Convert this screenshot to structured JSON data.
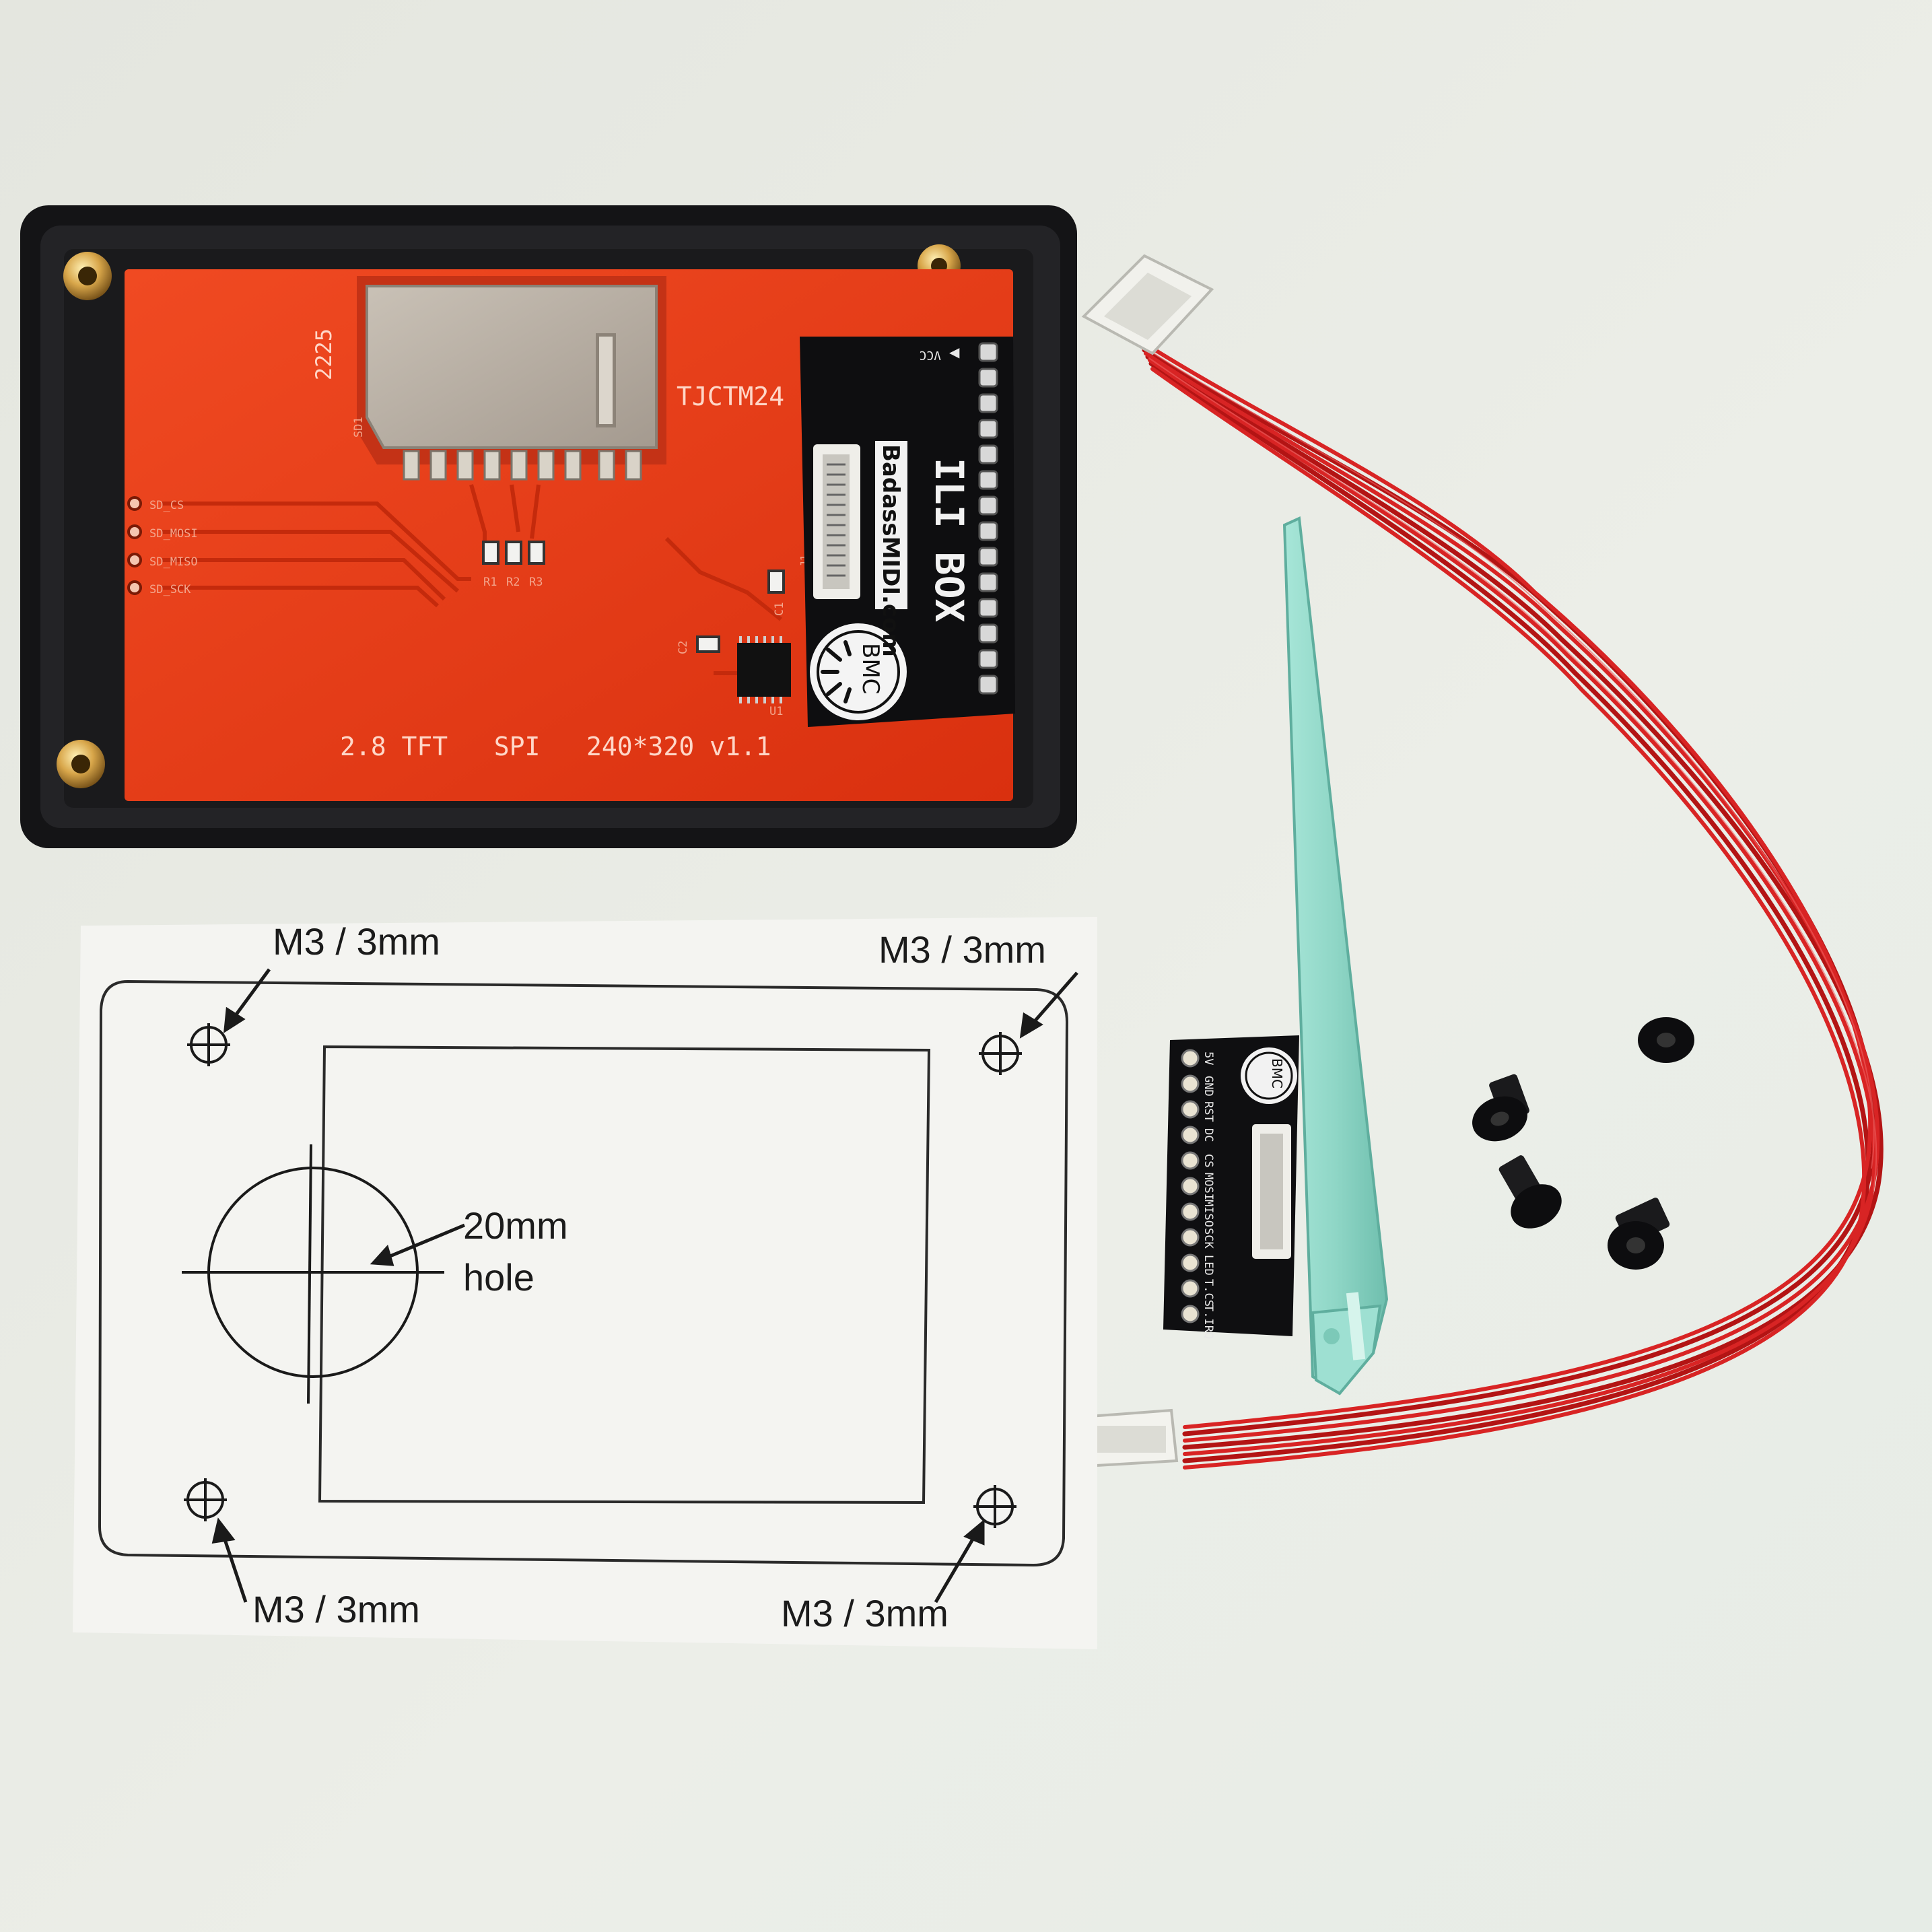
{
  "pcb": {
    "model": "TJCTM24",
    "date_code": "2225",
    "sd_ref": "SD1",
    "pins": [
      "SD_CS",
      "SD_MOSI",
      "SD_MISO",
      "SD_SCK"
    ],
    "resistors": [
      "R1",
      "R2",
      "R3"
    ],
    "other_refs": [
      "C1",
      "C2",
      "U1",
      "J1"
    ],
    "spec": "2.8 TFT   SPI   240*320 v1.1"
  },
  "ili_box": {
    "vcc": "VCC",
    "brand": "ILI BOX",
    "site": "BadassMIDI.com",
    "logo": "BMC"
  },
  "breakout": {
    "logo": "BMC",
    "pins": [
      "5V",
      "GND",
      "RST",
      "DC",
      "CS",
      "MOSI",
      "MISO",
      "SCK",
      "LED",
      "T.CS",
      "T.IRQ"
    ]
  },
  "template": {
    "screw_label": "M3 / 3mm",
    "hole_label_1": "20mm",
    "hole_label_2": "hole"
  },
  "colors": {
    "background": "#e9eae3",
    "case": "#1c1c1e",
    "pcb": "#e8361a",
    "wire": "#cf1d1d",
    "stylus": "#8fd6c6",
    "paper": "#f4f4f1"
  }
}
